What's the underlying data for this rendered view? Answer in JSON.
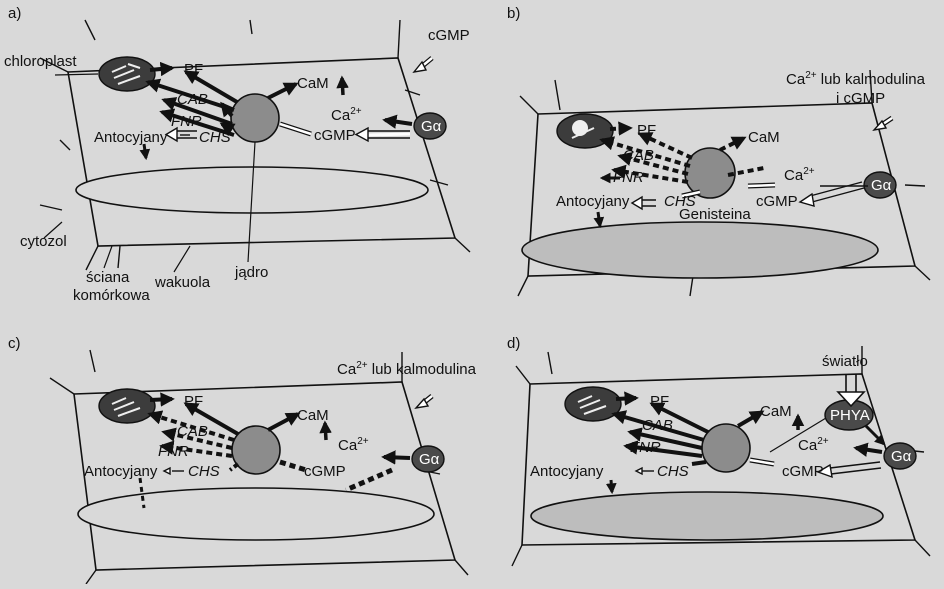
{
  "panels": [
    {
      "id": "a",
      "label": "a)",
      "labels": {
        "chloroplast": "chloroplast",
        "pf": "PF",
        "cab": "CAB",
        "fnr": "FNR",
        "cam": "CaM",
        "ca": "Ca",
        "ca_sup": "2+",
        "cgmp": "cGMP",
        "galpha": "Gα",
        "antocyjany": "Antocyjany",
        "chs": "CHS",
        "top": "cGMP",
        "cytozol": "cytozol",
        "sciana1": "ściana",
        "sciana2": "komórkowa",
        "wakuola": "wakuola",
        "jadro": "jądro"
      }
    },
    {
      "id": "b",
      "label": "b)",
      "labels": {
        "pf": "PF",
        "cab": "CAB",
        "fnr": "FNR",
        "cam": "CaM",
        "ca": "Ca",
        "ca_sup": "2+",
        "cgmp": "cGMP",
        "galpha": "Gα",
        "antocyjany": "Antocyjany",
        "chs": "CHS",
        "genisteina": "Genisteina",
        "top1_pre": "Ca",
        "top1_sup": "2+",
        "top1_post": " lub kalmodulina",
        "top2": "i cGMP"
      }
    },
    {
      "id": "c",
      "label": "c)",
      "labels": {
        "pf": "PF",
        "cab": "CAB",
        "fnr": "FNR",
        "cam": "CaM",
        "ca": "Ca",
        "ca_sup": "2+",
        "cgmp": "cGMP",
        "galpha": "Gα",
        "antocyjany": "Antocyjany",
        "chs": "CHS",
        "top_pre": "Ca",
        "top_sup": "2+",
        "top_post": " lub kalmodulina"
      }
    },
    {
      "id": "d",
      "label": "d)",
      "labels": {
        "pf": "PF",
        "cab": "CAB",
        "fnr": "FNR",
        "cam": "CaM",
        "ca": "Ca",
        "ca_sup": "2+",
        "cgmp": "cGMP",
        "galpha": "Gα",
        "antocyjany": "Antocyjany",
        "chs": "CHS",
        "swiatlo": "światło",
        "phya": "PHYA"
      }
    }
  ],
  "colors": {
    "background": "#d9d9d9",
    "stroke": "#111111",
    "nucleus": "#8c8c8c",
    "chloroplast": "#3c3c3c",
    "galpha": "#4a4a4a",
    "vacuole_plain": "#d9d9d9",
    "vacuole_shaded": "#bdbdbd"
  }
}
